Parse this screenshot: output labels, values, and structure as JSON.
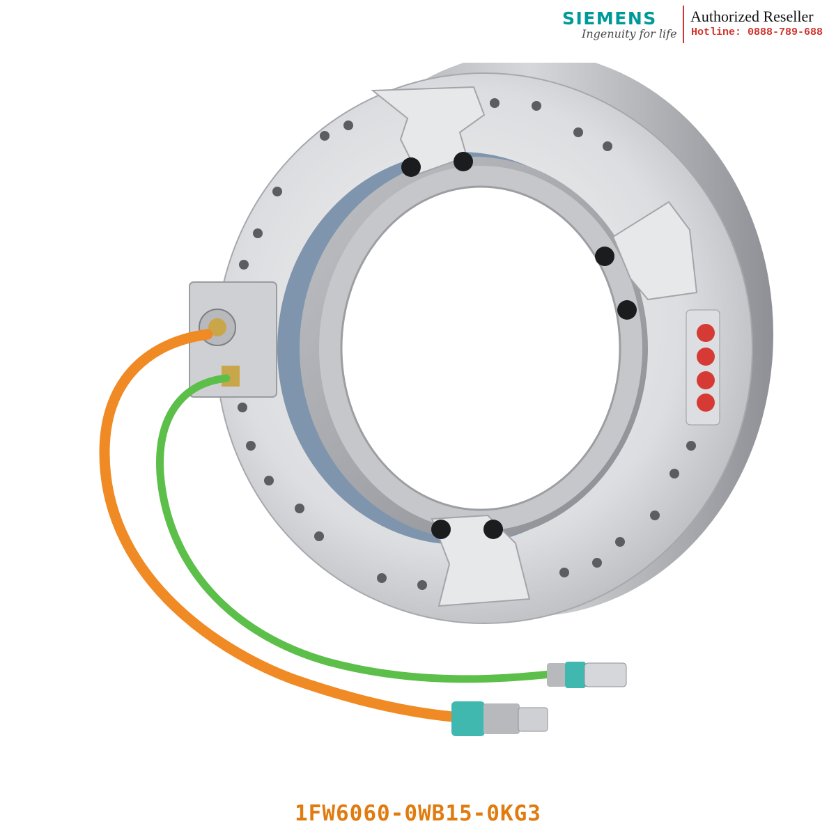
{
  "brand": {
    "logo_text": "SIEMENS",
    "tagline": "Ingenuity for life",
    "reseller_title": "Authorized Reseller",
    "hotline": "Hotline: 0888-789-688"
  },
  "product": {
    "part_number": "1FW6060-0WB15-0KG3",
    "image_subject": "torque-motor-ring-with-cables"
  },
  "colors": {
    "siemens_teal": "#009999",
    "hotline_red": "#d0342c",
    "part_number_orange": "#e07b10",
    "cable_orange": "#f08a24",
    "cable_green": "#5cbf4a",
    "connector_teal": "#40b8b0"
  }
}
